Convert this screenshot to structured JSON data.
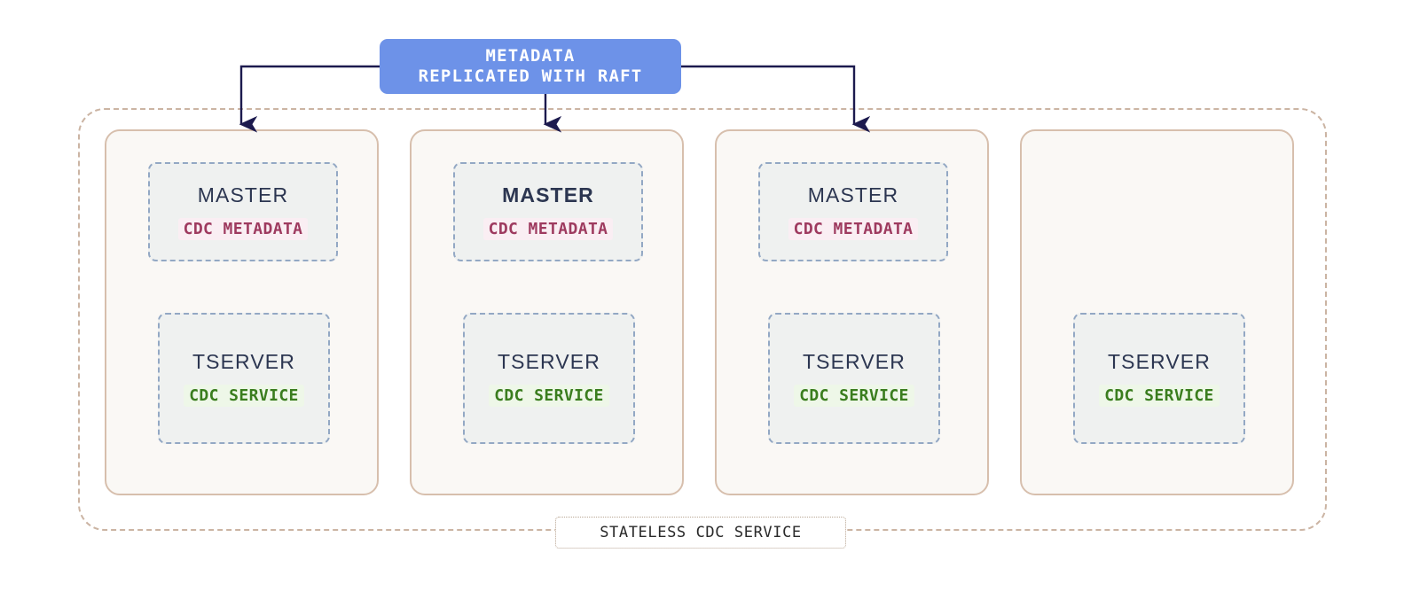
{
  "metadata_banner": {
    "line1": "METADATA",
    "line2": "REPLICATED WITH RAFT",
    "color": "#6d92e8",
    "text_color": "#ffffff"
  },
  "cluster": {
    "caption": "STATELESS CDC SERVICE",
    "border_color": "#cbb4a3"
  },
  "colors": {
    "node_border": "#d7bfad",
    "node_fill": "#faf8f5",
    "component_border": "#93a8c4",
    "component_fill": "#eff1f0",
    "metadata_tag": "#9e3a5f",
    "metadata_tag_bg": "#faeef3",
    "service_tag": "#3a7d1e",
    "service_tag_bg": "#eef7e8",
    "arrow": "#1c1a4e"
  },
  "nodes": [
    {
      "has_master": true,
      "master_label": "MASTER",
      "master_is_leader": false,
      "master_tag": "CDC METADATA",
      "has_tserver": true,
      "tserver_label": "TSERVER",
      "tserver_tag": "CDC SERVICE",
      "has_incoming_arrow": true
    },
    {
      "has_master": true,
      "master_label": "MASTER",
      "master_is_leader": true,
      "master_tag": "CDC METADATA",
      "has_tserver": true,
      "tserver_label": "TSERVER",
      "tserver_tag": "CDC SERVICE",
      "has_incoming_arrow": true
    },
    {
      "has_master": true,
      "master_label": "MASTER",
      "master_is_leader": false,
      "master_tag": "CDC METADATA",
      "has_tserver": true,
      "tserver_label": "TSERVER",
      "tserver_tag": "CDC SERVICE",
      "has_incoming_arrow": true
    },
    {
      "has_master": false,
      "master_label": "",
      "master_is_leader": false,
      "master_tag": "",
      "has_tserver": true,
      "tserver_label": "TSERVER",
      "tserver_tag": "CDC SERVICE",
      "has_incoming_arrow": false
    }
  ]
}
